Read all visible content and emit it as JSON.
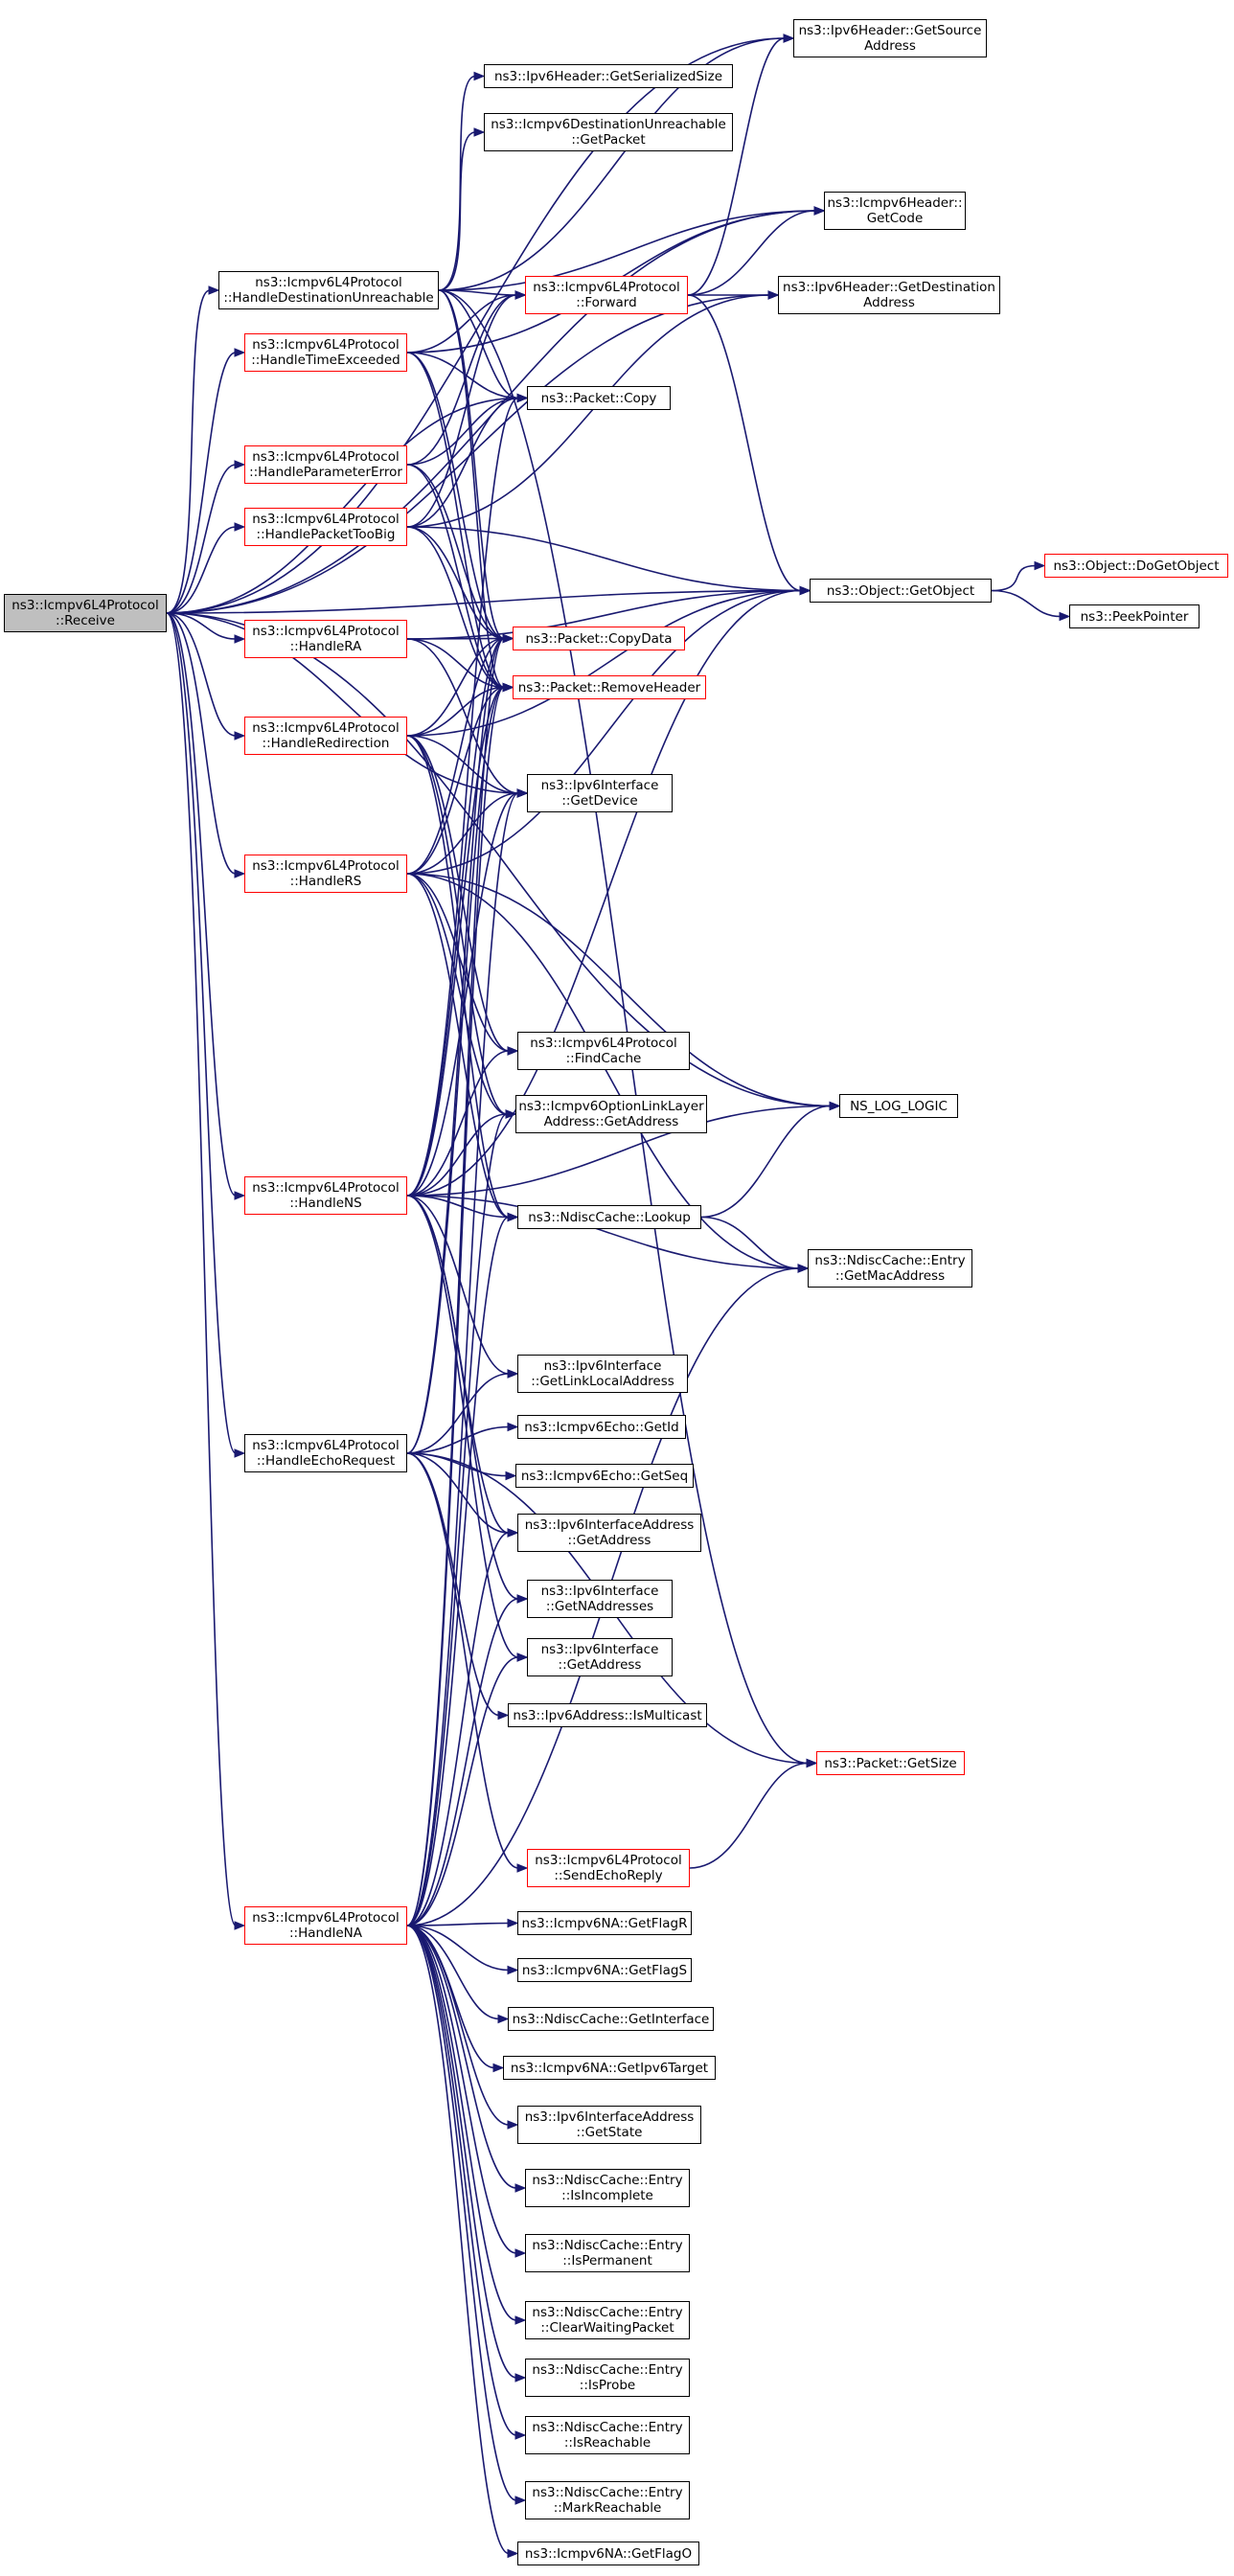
{
  "graph": {
    "edge_color": "#191970",
    "node_border_default": "#000000",
    "node_border_incomplete": "#ff0000",
    "root_fill": "#bfbfbf",
    "nodes": [
      {
        "id": "receive",
        "label": "ns3::Icmpv6L4Protocol\n::Receive",
        "border": "black",
        "root": true
      },
      {
        "id": "handle_dest_unreach",
        "label": "ns3::Icmpv6L4Protocol\n::HandleDestinationUnreachable",
        "border": "black"
      },
      {
        "id": "handle_time_exceeded",
        "label": "ns3::Icmpv6L4Protocol\n::HandleTimeExceeded",
        "border": "red"
      },
      {
        "id": "handle_param_error",
        "label": "ns3::Icmpv6L4Protocol\n::HandleParameterError",
        "border": "red"
      },
      {
        "id": "handle_pkt_too_big",
        "label": "ns3::Icmpv6L4Protocol\n::HandlePacketTooBig",
        "border": "red"
      },
      {
        "id": "handle_ra",
        "label": "ns3::Icmpv6L4Protocol\n::HandleRA",
        "border": "red"
      },
      {
        "id": "handle_redirection",
        "label": "ns3::Icmpv6L4Protocol\n::HandleRedirection",
        "border": "red"
      },
      {
        "id": "handle_rs",
        "label": "ns3::Icmpv6L4Protocol\n::HandleRS",
        "border": "red"
      },
      {
        "id": "handle_ns",
        "label": "ns3::Icmpv6L4Protocol\n::HandleNS",
        "border": "red"
      },
      {
        "id": "handle_echo_req",
        "label": "ns3::Icmpv6L4Protocol\n::HandleEchoRequest",
        "border": "black"
      },
      {
        "id": "handle_na",
        "label": "ns3::Icmpv6L4Protocol\n::HandleNA",
        "border": "red"
      },
      {
        "id": "ipv6hdr_get_source",
        "label": "ns3::Ipv6Header::GetSource\nAddress",
        "border": "black"
      },
      {
        "id": "ipv6hdr_get_serialized",
        "label": "ns3::Ipv6Header::GetSerializedSize",
        "border": "black"
      },
      {
        "id": "icmpv6_dest_unreach_get_packet",
        "label": "ns3::Icmpv6DestinationUnreachable\n::GetPacket",
        "border": "black"
      },
      {
        "id": "icmpv6hdr_get_code",
        "label": "ns3::Icmpv6Header::\nGetCode",
        "border": "black"
      },
      {
        "id": "forward",
        "label": "ns3::Icmpv6L4Protocol\n::Forward",
        "border": "red"
      },
      {
        "id": "ipv6hdr_get_dest",
        "label": "ns3::Ipv6Header::GetDestination\nAddress",
        "border": "black"
      },
      {
        "id": "packet_copy",
        "label": "ns3::Packet::Copy",
        "border": "black"
      },
      {
        "id": "object_get_object",
        "label": "ns3::Object::GetObject",
        "border": "black"
      },
      {
        "id": "object_do_get_object",
        "label": "ns3::Object::DoGetObject",
        "border": "red"
      },
      {
        "id": "peek_pointer",
        "label": "ns3::PeekPointer",
        "border": "black"
      },
      {
        "id": "packet_copy_data",
        "label": "ns3::Packet::CopyData",
        "border": "red"
      },
      {
        "id": "packet_remove_header",
        "label": "ns3::Packet::RemoveHeader",
        "border": "red"
      },
      {
        "id": "ipv6if_get_device",
        "label": "ns3::Ipv6Interface\n::GetDevice",
        "border": "black"
      },
      {
        "id": "find_cache",
        "label": "ns3::Icmpv6L4Protocol\n::FindCache",
        "border": "black"
      },
      {
        "id": "ns_log_logic",
        "label": "NS_LOG_LOGIC",
        "border": "black"
      },
      {
        "id": "opt_link_layer_get_address",
        "label": "ns3::Icmpv6OptionLinkLayer\nAddress::GetAddress",
        "border": "black"
      },
      {
        "id": "ndisc_lookup",
        "label": "ns3::NdiscCache::Lookup",
        "border": "black"
      },
      {
        "id": "ndisc_entry_get_mac",
        "label": "ns3::NdiscCache::Entry\n::GetMacAddress",
        "border": "black"
      },
      {
        "id": "ipv6if_get_link_local",
        "label": "ns3::Ipv6Interface\n::GetLinkLocalAddress",
        "border": "black"
      },
      {
        "id": "echo_get_id",
        "label": "ns3::Icmpv6Echo::GetId",
        "border": "black"
      },
      {
        "id": "echo_get_seq",
        "label": "ns3::Icmpv6Echo::GetSeq",
        "border": "black"
      },
      {
        "id": "ipv6ifaddr_get_address",
        "label": "ns3::Ipv6InterfaceAddress\n::GetAddress",
        "border": "black"
      },
      {
        "id": "ipv6if_get_naddresses",
        "label": "ns3::Ipv6Interface\n::GetNAddresses",
        "border": "black"
      },
      {
        "id": "ipv6if_get_address",
        "label": "ns3::Ipv6Interface\n::GetAddress",
        "border": "black"
      },
      {
        "id": "ipv6addr_is_multicast",
        "label": "ns3::Ipv6Address::IsMulticast",
        "border": "black"
      },
      {
        "id": "packet_get_size",
        "label": "ns3::Packet::GetSize",
        "border": "red"
      },
      {
        "id": "send_echo_reply",
        "label": "ns3::Icmpv6L4Protocol\n::SendEchoReply",
        "border": "red"
      },
      {
        "id": "na_get_flag_r",
        "label": "ns3::Icmpv6NA::GetFlagR",
        "border": "black"
      },
      {
        "id": "na_get_flag_s",
        "label": "ns3::Icmpv6NA::GetFlagS",
        "border": "black"
      },
      {
        "id": "ndisc_get_interface",
        "label": "ns3::NdiscCache::GetInterface",
        "border": "black"
      },
      {
        "id": "na_get_ipv6_target",
        "label": "ns3::Icmpv6NA::GetIpv6Target",
        "border": "black"
      },
      {
        "id": "ipv6ifaddr_get_state",
        "label": "ns3::Ipv6InterfaceAddress\n::GetState",
        "border": "black"
      },
      {
        "id": "entry_is_incomplete",
        "label": "ns3::NdiscCache::Entry\n::IsIncomplete",
        "border": "black"
      },
      {
        "id": "entry_is_permanent",
        "label": "ns3::NdiscCache::Entry\n::IsPermanent",
        "border": "black"
      },
      {
        "id": "entry_clear_waiting",
        "label": "ns3::NdiscCache::Entry\n::ClearWaitingPacket",
        "border": "black"
      },
      {
        "id": "entry_is_probe",
        "label": "ns3::NdiscCache::Entry\n::IsProbe",
        "border": "black"
      },
      {
        "id": "entry_is_reachable",
        "label": "ns3::NdiscCache::Entry\n::IsReachable",
        "border": "black"
      },
      {
        "id": "entry_mark_reachable",
        "label": "ns3::NdiscCache::Entry\n::MarkReachable",
        "border": "black"
      },
      {
        "id": "na_get_flag_o",
        "label": "ns3::Icmpv6NA::GetFlagO",
        "border": "black"
      }
    ],
    "edges": [
      [
        "receive",
        "handle_dest_unreach"
      ],
      [
        "receive",
        "handle_time_exceeded"
      ],
      [
        "receive",
        "handle_param_error"
      ],
      [
        "receive",
        "handle_pkt_too_big"
      ],
      [
        "receive",
        "handle_ra"
      ],
      [
        "receive",
        "handle_redirection"
      ],
      [
        "receive",
        "handle_rs"
      ],
      [
        "receive",
        "handle_ns"
      ],
      [
        "receive",
        "handle_echo_req"
      ],
      [
        "receive",
        "handle_na"
      ],
      [
        "receive",
        "ipv6hdr_get_source"
      ],
      [
        "receive",
        "icmpv6hdr_get_code"
      ],
      [
        "receive",
        "ipv6hdr_get_dest"
      ],
      [
        "receive",
        "packet_copy"
      ],
      [
        "receive",
        "object_get_object"
      ],
      [
        "receive",
        "ipv6if_get_device"
      ],
      [
        "receive",
        "ns_log_logic"
      ],
      [
        "handle_dest_unreach",
        "ipv6hdr_get_serialized"
      ],
      [
        "handle_dest_unreach",
        "icmpv6_dest_unreach_get_packet"
      ],
      [
        "handle_dest_unreach",
        "forward"
      ],
      [
        "handle_dest_unreach",
        "packet_copy"
      ],
      [
        "handle_dest_unreach",
        "packet_copy_data"
      ],
      [
        "handle_dest_unreach",
        "packet_remove_header"
      ],
      [
        "handle_dest_unreach",
        "packet_get_size"
      ],
      [
        "handle_dest_unreach",
        "icmpv6hdr_get_code"
      ],
      [
        "handle_dest_unreach",
        "ipv6hdr_get_source"
      ],
      [
        "handle_time_exceeded",
        "forward"
      ],
      [
        "handle_time_exceeded",
        "packet_copy"
      ],
      [
        "handle_time_exceeded",
        "packet_copy_data"
      ],
      [
        "handle_time_exceeded",
        "packet_remove_header"
      ],
      [
        "handle_time_exceeded",
        "icmpv6hdr_get_code"
      ],
      [
        "handle_param_error",
        "forward"
      ],
      [
        "handle_param_error",
        "packet_copy"
      ],
      [
        "handle_param_error",
        "packet_copy_data"
      ],
      [
        "handle_param_error",
        "packet_remove_header"
      ],
      [
        "handle_pkt_too_big",
        "forward"
      ],
      [
        "handle_pkt_too_big",
        "packet_copy"
      ],
      [
        "handle_pkt_too_big",
        "packet_copy_data"
      ],
      [
        "handle_pkt_too_big",
        "packet_remove_header"
      ],
      [
        "handle_pkt_too_big",
        "object_get_object"
      ],
      [
        "handle_pkt_too_big",
        "ipv6hdr_get_dest"
      ],
      [
        "handle_ra",
        "object_get_object"
      ],
      [
        "handle_ra",
        "packet_copy_data"
      ],
      [
        "handle_ra",
        "packet_remove_header"
      ],
      [
        "handle_ra",
        "ipv6if_get_device"
      ],
      [
        "handle_redirection",
        "packet_remove_header"
      ],
      [
        "handle_redirection",
        "packet_copy_data"
      ],
      [
        "handle_redirection",
        "object_get_object"
      ],
      [
        "handle_redirection",
        "ipv6if_get_device"
      ],
      [
        "handle_redirection",
        "find_cache"
      ],
      [
        "handle_redirection",
        "opt_link_layer_get_address"
      ],
      [
        "handle_redirection",
        "ndisc_lookup"
      ],
      [
        "handle_rs",
        "object_get_object"
      ],
      [
        "handle_rs",
        "packet_copy_data"
      ],
      [
        "handle_rs",
        "packet_remove_header"
      ],
      [
        "handle_rs",
        "ipv6if_get_device"
      ],
      [
        "handle_rs",
        "find_cache"
      ],
      [
        "handle_rs",
        "ns_log_logic"
      ],
      [
        "handle_rs",
        "opt_link_layer_get_address"
      ],
      [
        "handle_rs",
        "ndisc_lookup"
      ],
      [
        "handle_rs",
        "ndisc_entry_get_mac"
      ],
      [
        "handle_ns",
        "packet_copy"
      ],
      [
        "handle_ns",
        "packet_copy_data"
      ],
      [
        "handle_ns",
        "packet_remove_header"
      ],
      [
        "handle_ns",
        "ipv6if_get_device"
      ],
      [
        "handle_ns",
        "find_cache"
      ],
      [
        "handle_ns",
        "opt_link_layer_get_address"
      ],
      [
        "handle_ns",
        "ndisc_lookup"
      ],
      [
        "handle_ns",
        "ns_log_logic"
      ],
      [
        "handle_ns",
        "ndisc_entry_get_mac"
      ],
      [
        "handle_ns",
        "object_get_object"
      ],
      [
        "handle_ns",
        "ipv6if_get_link_local"
      ],
      [
        "handle_ns",
        "ipv6ifaddr_get_address"
      ],
      [
        "handle_ns",
        "ipv6if_get_naddresses"
      ],
      [
        "handle_ns",
        "ipv6if_get_address"
      ],
      [
        "handle_echo_req",
        "ipv6if_get_link_local"
      ],
      [
        "handle_echo_req",
        "echo_get_id"
      ],
      [
        "handle_echo_req",
        "echo_get_seq"
      ],
      [
        "handle_echo_req",
        "ipv6ifaddr_get_address"
      ],
      [
        "handle_echo_req",
        "packet_copy_data"
      ],
      [
        "handle_echo_req",
        "packet_remove_header"
      ],
      [
        "handle_echo_req",
        "ipv6addr_is_multicast"
      ],
      [
        "handle_echo_req",
        "packet_get_size"
      ],
      [
        "handle_echo_req",
        "send_echo_reply"
      ],
      [
        "handle_na",
        "packet_copy_data"
      ],
      [
        "handle_na",
        "packet_remove_header"
      ],
      [
        "handle_na",
        "opt_link_layer_get_address"
      ],
      [
        "handle_na",
        "ndisc_lookup"
      ],
      [
        "handle_na",
        "ipv6if_get_device"
      ],
      [
        "handle_na",
        "ipv6ifaddr_get_address"
      ],
      [
        "handle_na",
        "ipv6if_get_naddresses"
      ],
      [
        "handle_na",
        "ipv6if_get_address"
      ],
      [
        "handle_na",
        "ndisc_entry_get_mac"
      ],
      [
        "handle_na",
        "na_get_flag_r"
      ],
      [
        "handle_na",
        "na_get_flag_s"
      ],
      [
        "handle_na",
        "ndisc_get_interface"
      ],
      [
        "handle_na",
        "na_get_ipv6_target"
      ],
      [
        "handle_na",
        "ipv6ifaddr_get_state"
      ],
      [
        "handle_na",
        "entry_is_incomplete"
      ],
      [
        "handle_na",
        "entry_is_permanent"
      ],
      [
        "handle_na",
        "entry_clear_waiting"
      ],
      [
        "handle_na",
        "entry_is_probe"
      ],
      [
        "handle_na",
        "entry_is_reachable"
      ],
      [
        "handle_na",
        "entry_mark_reachable"
      ],
      [
        "handle_na",
        "na_get_flag_o"
      ],
      [
        "forward",
        "ipv6hdr_get_source"
      ],
      [
        "forward",
        "icmpv6hdr_get_code"
      ],
      [
        "forward",
        "ipv6hdr_get_dest"
      ],
      [
        "forward",
        "object_get_object"
      ],
      [
        "object_get_object",
        "object_do_get_object"
      ],
      [
        "object_get_object",
        "peek_pointer"
      ],
      [
        "ndisc_lookup",
        "ns_log_logic"
      ],
      [
        "ndisc_lookup",
        "ndisc_entry_get_mac"
      ],
      [
        "send_echo_reply",
        "packet_get_size"
      ]
    ]
  }
}
